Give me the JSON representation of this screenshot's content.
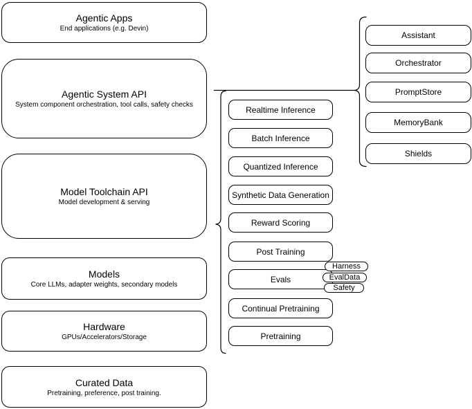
{
  "colors": {
    "stroke": "#000000",
    "background": "#ffffff",
    "text": "#000000"
  },
  "left_stack": [
    {
      "title": "Agentic Apps",
      "subtitle": "End applications (e.g. Devin)"
    },
    {
      "title": "Agentic System API",
      "subtitle": "System component orchestration, tool calls, safety checks"
    },
    {
      "title": "Model Toolchain API",
      "subtitle": "Model development & serving"
    },
    {
      "title": "Models",
      "subtitle": "Core LLMs, adapter weights, secondary models"
    },
    {
      "title": "Hardware",
      "subtitle": "GPUs/Accelerators/Storage"
    },
    {
      "title": "Curated Data",
      "subtitle": "Pretraining, preference, post training."
    }
  ],
  "toolchain_components": [
    "Realtime Inference",
    "Batch Inference",
    "Quantized Inference",
    "Synthetic Data Generation",
    "Reward Scoring",
    "Post Training",
    "Evals",
    "Continual Pretraining",
    "Pretraining"
  ],
  "eval_tags": [
    "Harness",
    "EvalData",
    "Safety"
  ],
  "system_components": [
    "Assistant",
    "Orchestrator",
    "PromptStore",
    "MemoryBank",
    "Shields"
  ]
}
